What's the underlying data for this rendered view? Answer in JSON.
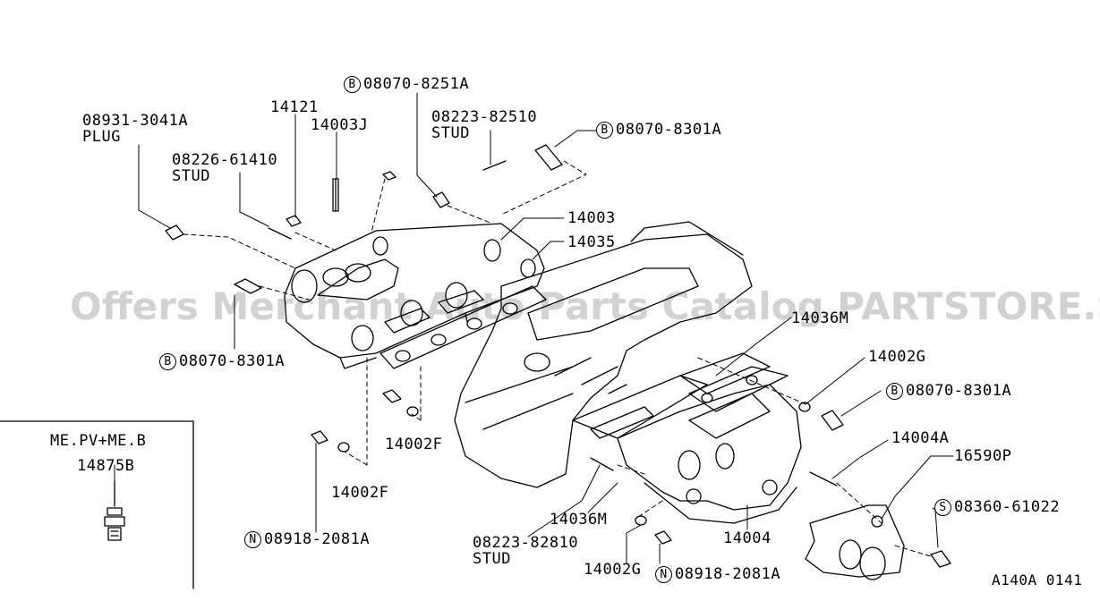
{
  "watermark": "Offers Merchant Auto Parts Catalog PARTSTORE.SA",
  "figure_code": "A140A 0141",
  "inset": {
    "line1": "ME.PV+ME.B",
    "part": "14875B"
  },
  "labels": {
    "plug_part": "08931-3041A",
    "plug_word": "PLUG",
    "p14121": "14121",
    "p14003J": "14003J",
    "stud1_part": "08226-61410",
    "stud1_word": "STUD",
    "bolt_top_prefix": "B",
    "bolt_top_part": "08070-8251A",
    "stud2_part": "08223-82510",
    "stud2_word": "STUD",
    "bolt_right_prefix": "B",
    "bolt_right_part": "08070-8301A",
    "p14003": "14003",
    "p14035": "14035",
    "bolt_left_prefix": "B",
    "bolt_left_part": "08070-8301A",
    "p14002F_a": "14002F",
    "p14002F_b": "14002F",
    "nut_left_prefix": "N",
    "nut_left_part": "08918-2081A",
    "p14036M_top": "14036M",
    "p14002G_top": "14002G",
    "bolt_mid_prefix": "B",
    "bolt_mid_part": "08070-8301A",
    "p14004A": "14004A",
    "p16590P": "16590P",
    "screw_prefix": "S",
    "screw_part": "08360-61022",
    "p14036M_low": "14036M",
    "stud3_part": "08223-82810",
    "stud3_word": "STUD",
    "p14004": "14004",
    "p14002G_low": "14002G",
    "nut_right_prefix": "N",
    "nut_right_part": "08918-2081A"
  }
}
